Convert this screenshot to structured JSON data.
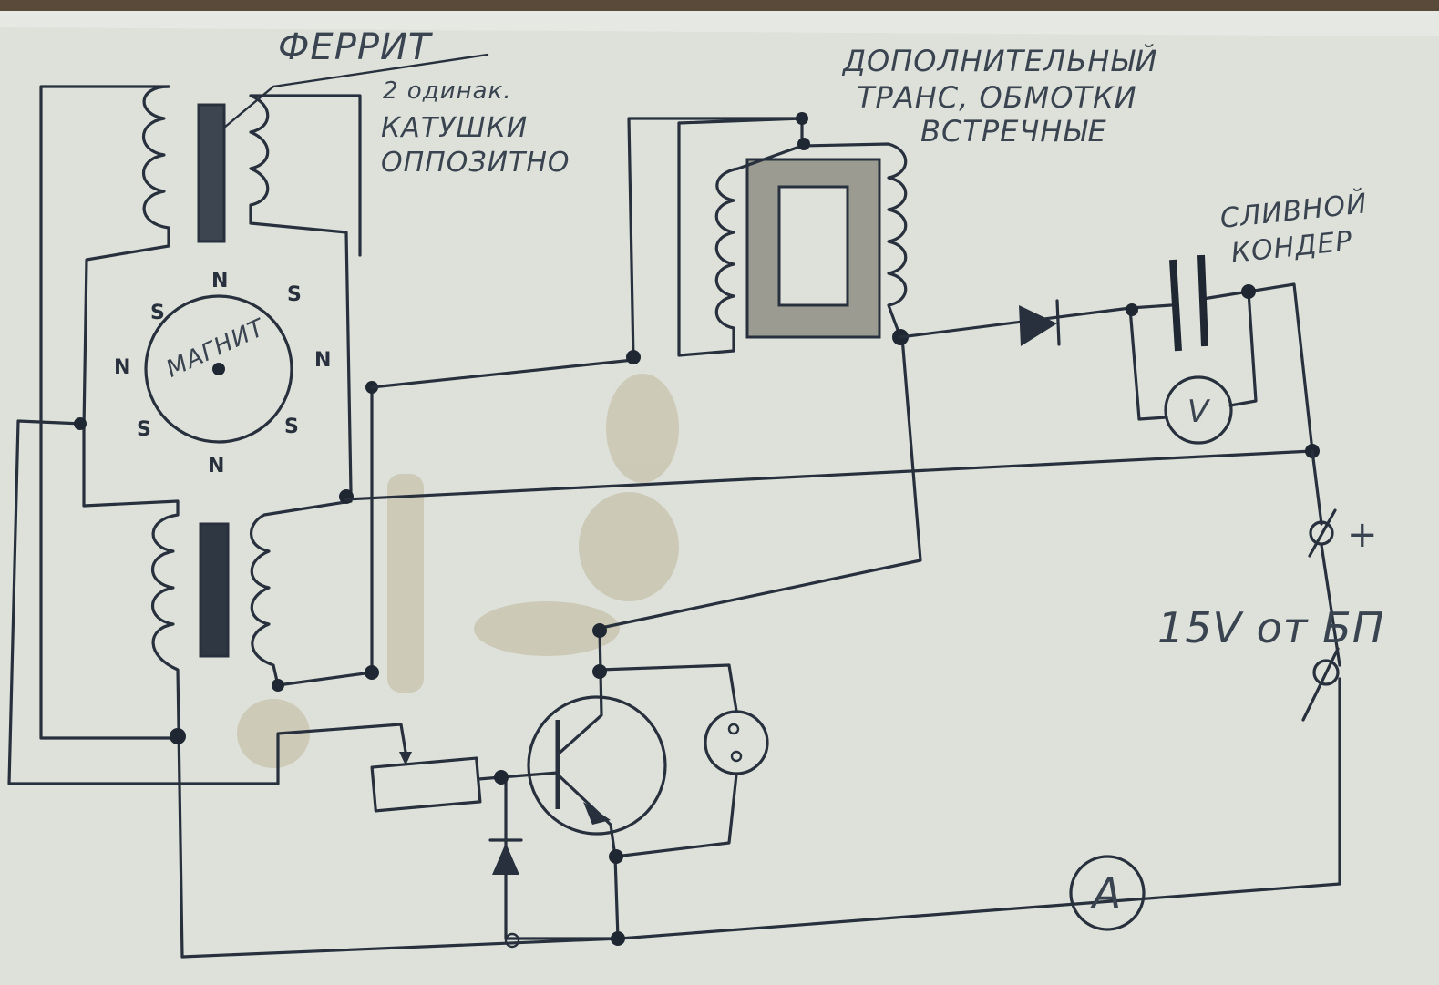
{
  "labels": {
    "ferrite": "ФЕРРИТ",
    "coils_note_1": "2 одинак.",
    "coils_note_2": "КАТУШКИ",
    "coils_note_3": "ОППОЗИТНО",
    "transformer_note_1": "ДОПОЛНИТЕЛЬНЫЙ",
    "transformer_note_2": "ТРАНС, ОБМОТКИ",
    "transformer_note_3": "ВСТРЕЧНЫЕ",
    "capacitor_note_1": "СЛИВНОЙ",
    "capacitor_note_2": "КОНДЕР",
    "magnet": "МАГНИТ",
    "supply": "15V от БП",
    "plus": "+",
    "voltmeter": "V",
    "ammeter": "A"
  },
  "poles": [
    "N",
    "S",
    "S",
    "N",
    "N",
    "S",
    "S",
    "N"
  ],
  "colors": {
    "paper": "#dde1da",
    "ink": "#27303c",
    "smudge": "#c9c6b2"
  }
}
